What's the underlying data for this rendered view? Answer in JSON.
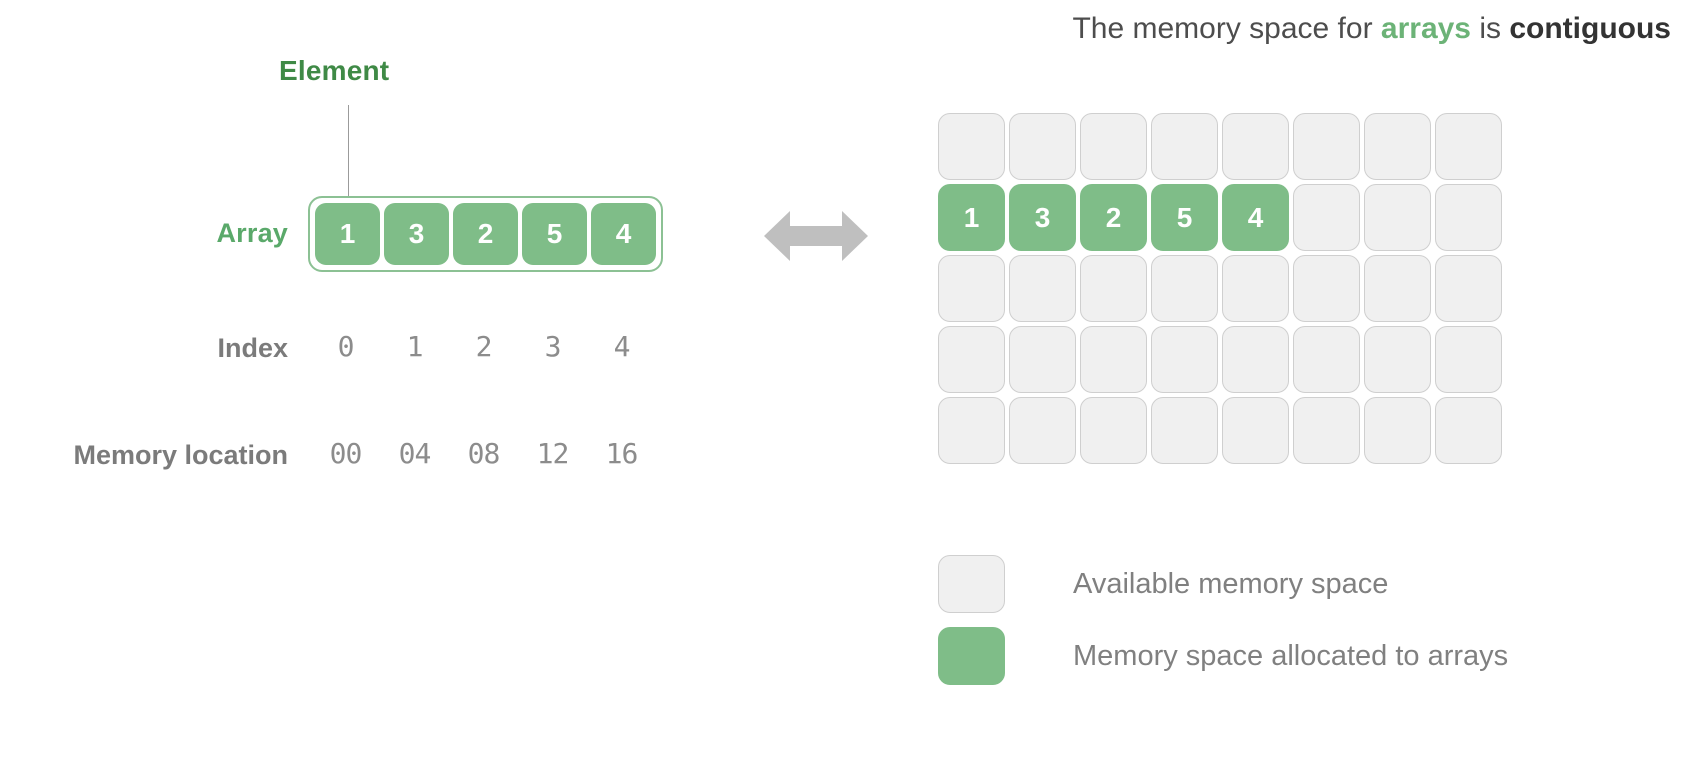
{
  "left": {
    "element_label": "Element",
    "rows": {
      "array_label": "Array",
      "index_label": "Index",
      "memory_location_label": "Memory location"
    },
    "array_values": [
      "1",
      "3",
      "2",
      "5",
      "4"
    ],
    "index_values": [
      "0",
      "1",
      "2",
      "3",
      "4"
    ],
    "memory_locations": [
      "00",
      "04",
      "08",
      "12",
      "16"
    ]
  },
  "arrow": {
    "name": "double-headed-arrow",
    "color": "#bfbfbf"
  },
  "right": {
    "heading": {
      "prefix": "The memory space for ",
      "keyword_arrays": "arrays",
      "middle": " is ",
      "keyword_contiguous": "contiguous"
    },
    "grid": {
      "columns": 8,
      "rows": 5,
      "allocated_row_index": 1,
      "allocated_values": [
        "1",
        "3",
        "2",
        "5",
        "4"
      ]
    },
    "legend": [
      {
        "label": "Available memory space",
        "state": "available"
      },
      {
        "label": "Memory space allocated to arrays",
        "state": "allocated"
      }
    ]
  },
  "colors": {
    "green_fill": "#7fbd88",
    "green_label": "#5aa96a",
    "green_dark": "#3f8a46",
    "gray_text": "#808080",
    "cell_empty": "#f0f0f0",
    "cell_border": "#cfcfcf"
  }
}
